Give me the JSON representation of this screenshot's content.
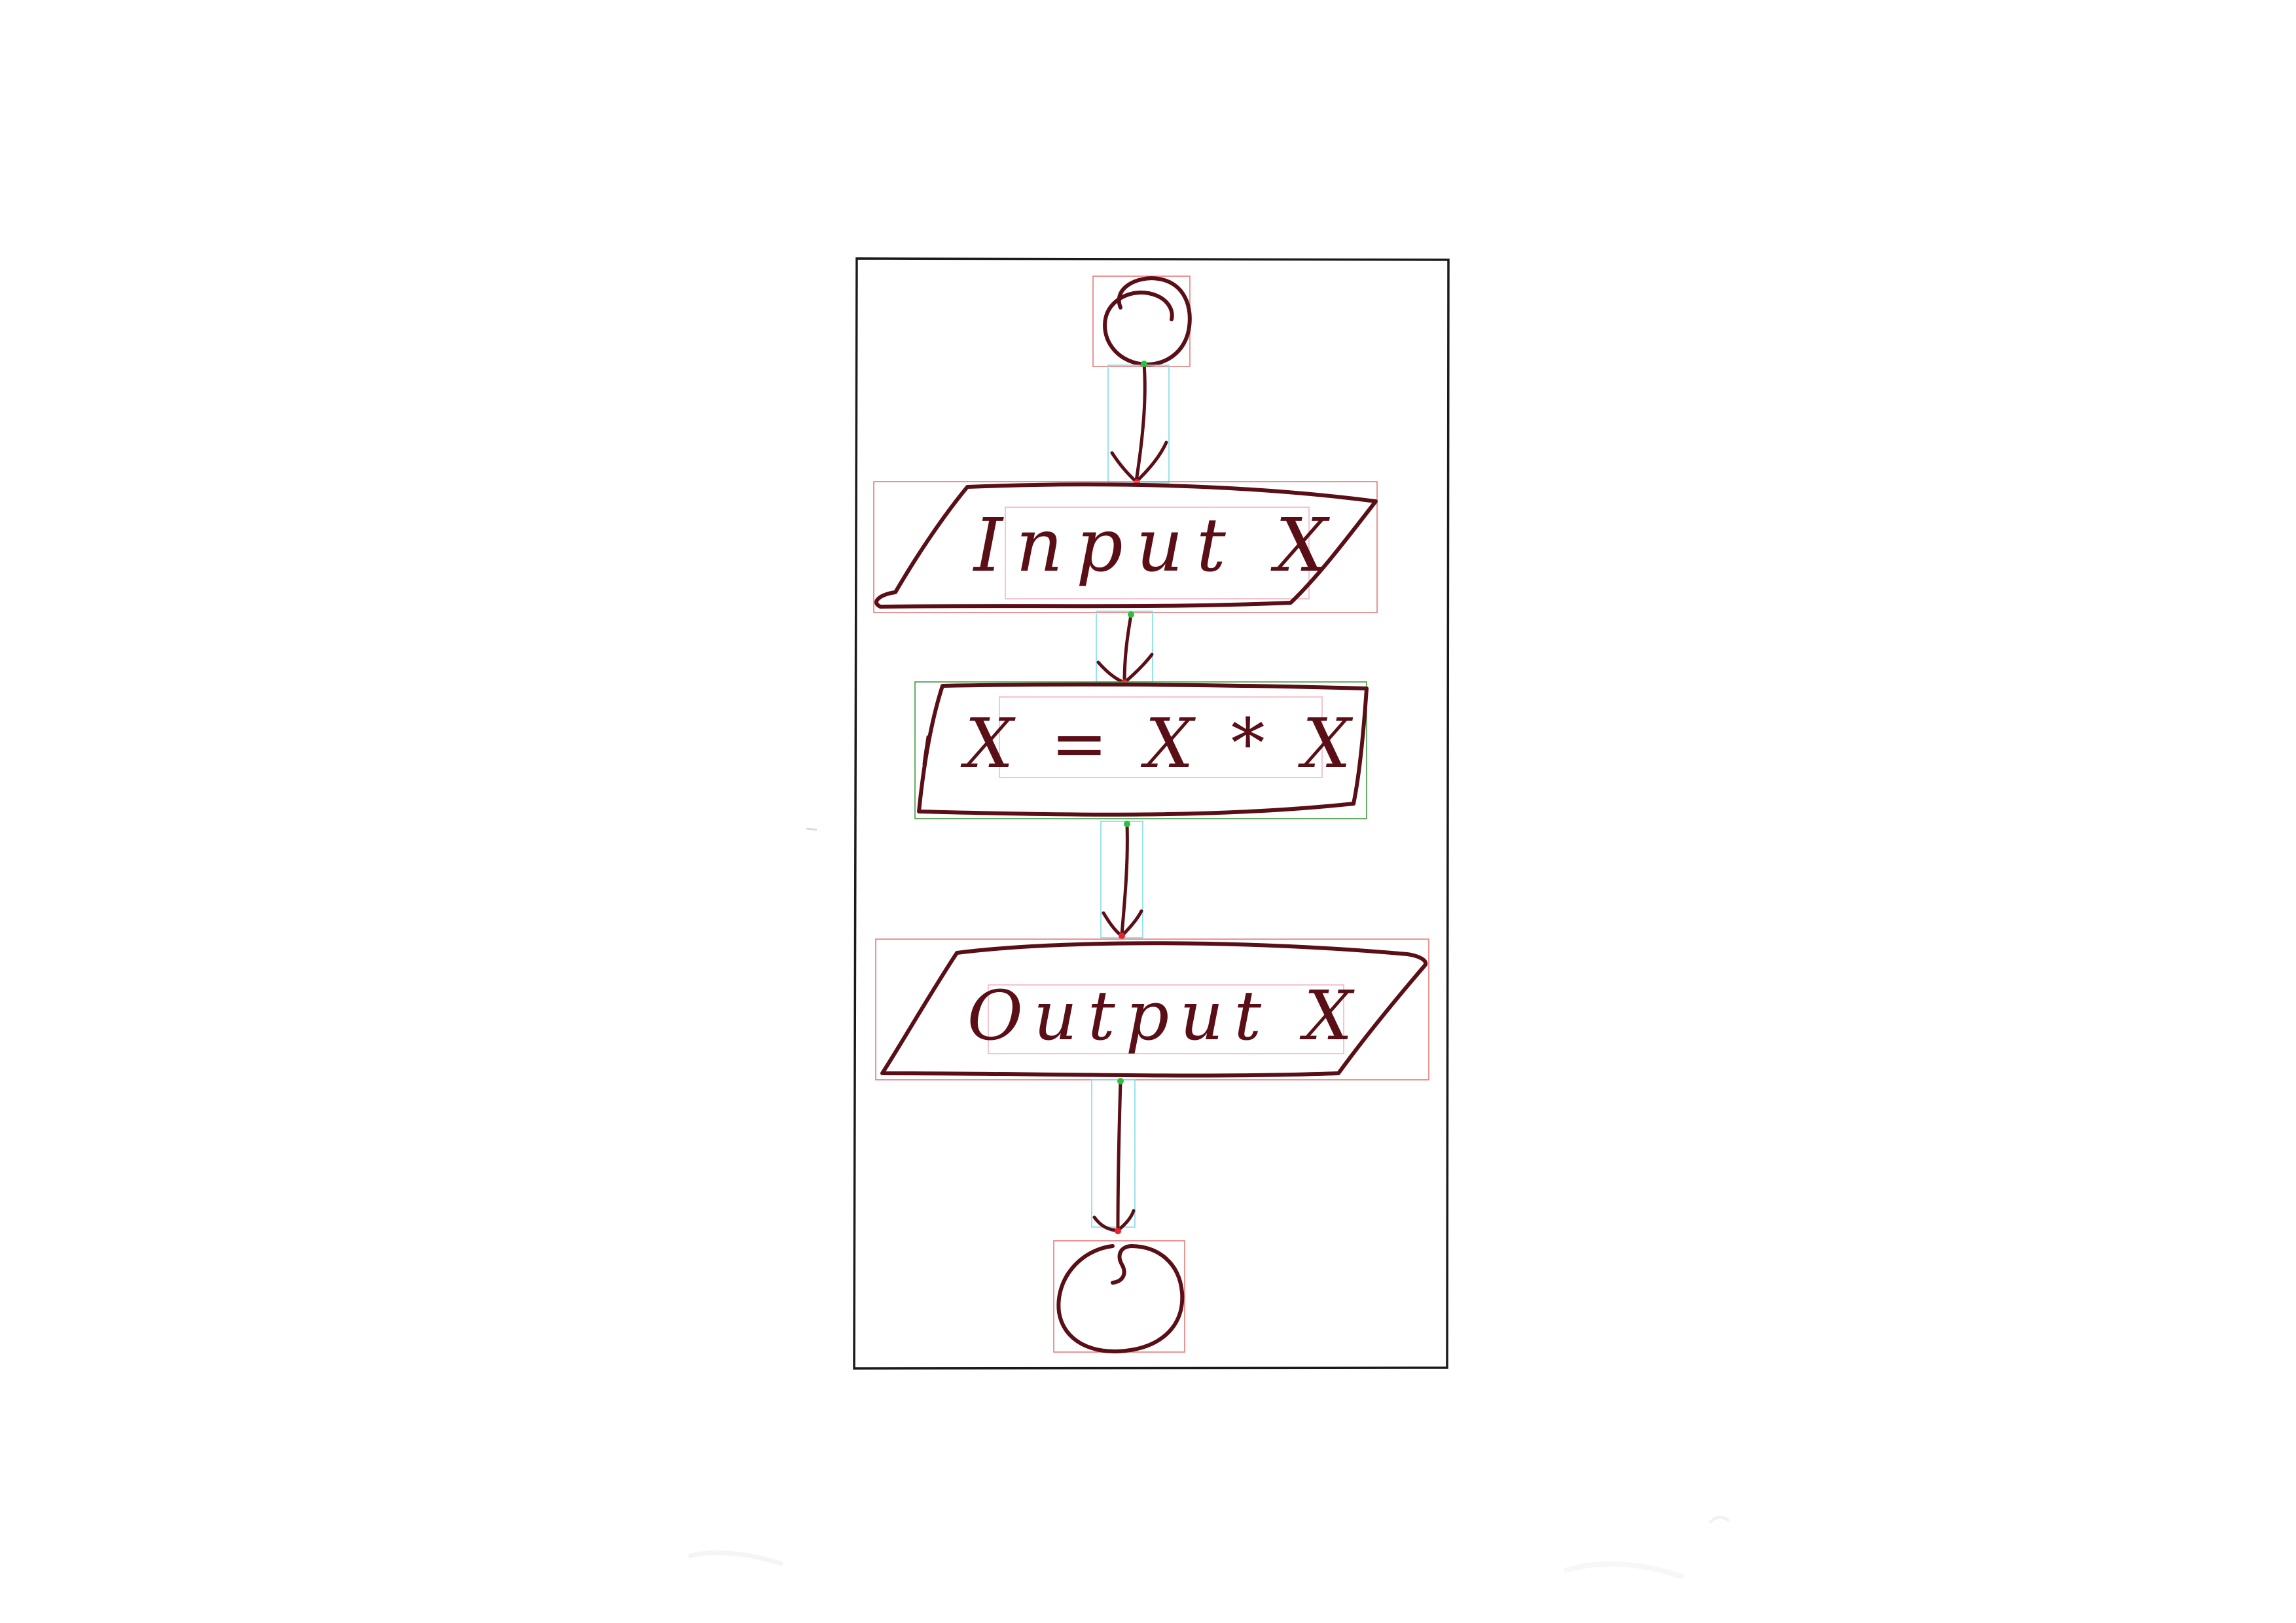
{
  "diagram": {
    "type": "flowchart",
    "nodes": [
      {
        "id": "start",
        "kind": "terminal",
        "label": ""
      },
      {
        "id": "input",
        "kind": "io",
        "label": "Input X"
      },
      {
        "id": "process",
        "kind": "process",
        "label": "X = X * X"
      },
      {
        "id": "output",
        "kind": "io",
        "label": "Output X"
      },
      {
        "id": "end",
        "kind": "terminal",
        "label": ""
      }
    ],
    "edges": [
      {
        "from": "start",
        "to": "input"
      },
      {
        "from": "input",
        "to": "process"
      },
      {
        "from": "process",
        "to": "output"
      },
      {
        "from": "output",
        "to": "end"
      }
    ]
  },
  "colors": {
    "ink": "#5a0e16",
    "frame": "#1a1a1a",
    "shape_box": "#e87a7a",
    "text_box": "#f2b6c4",
    "arrow_box": "#7fdde6",
    "process_box": "#3f9a3f",
    "endpoint_head": "#e8202a",
    "endpoint_tail": "#2fbf3f",
    "paper": "#ffffff"
  }
}
